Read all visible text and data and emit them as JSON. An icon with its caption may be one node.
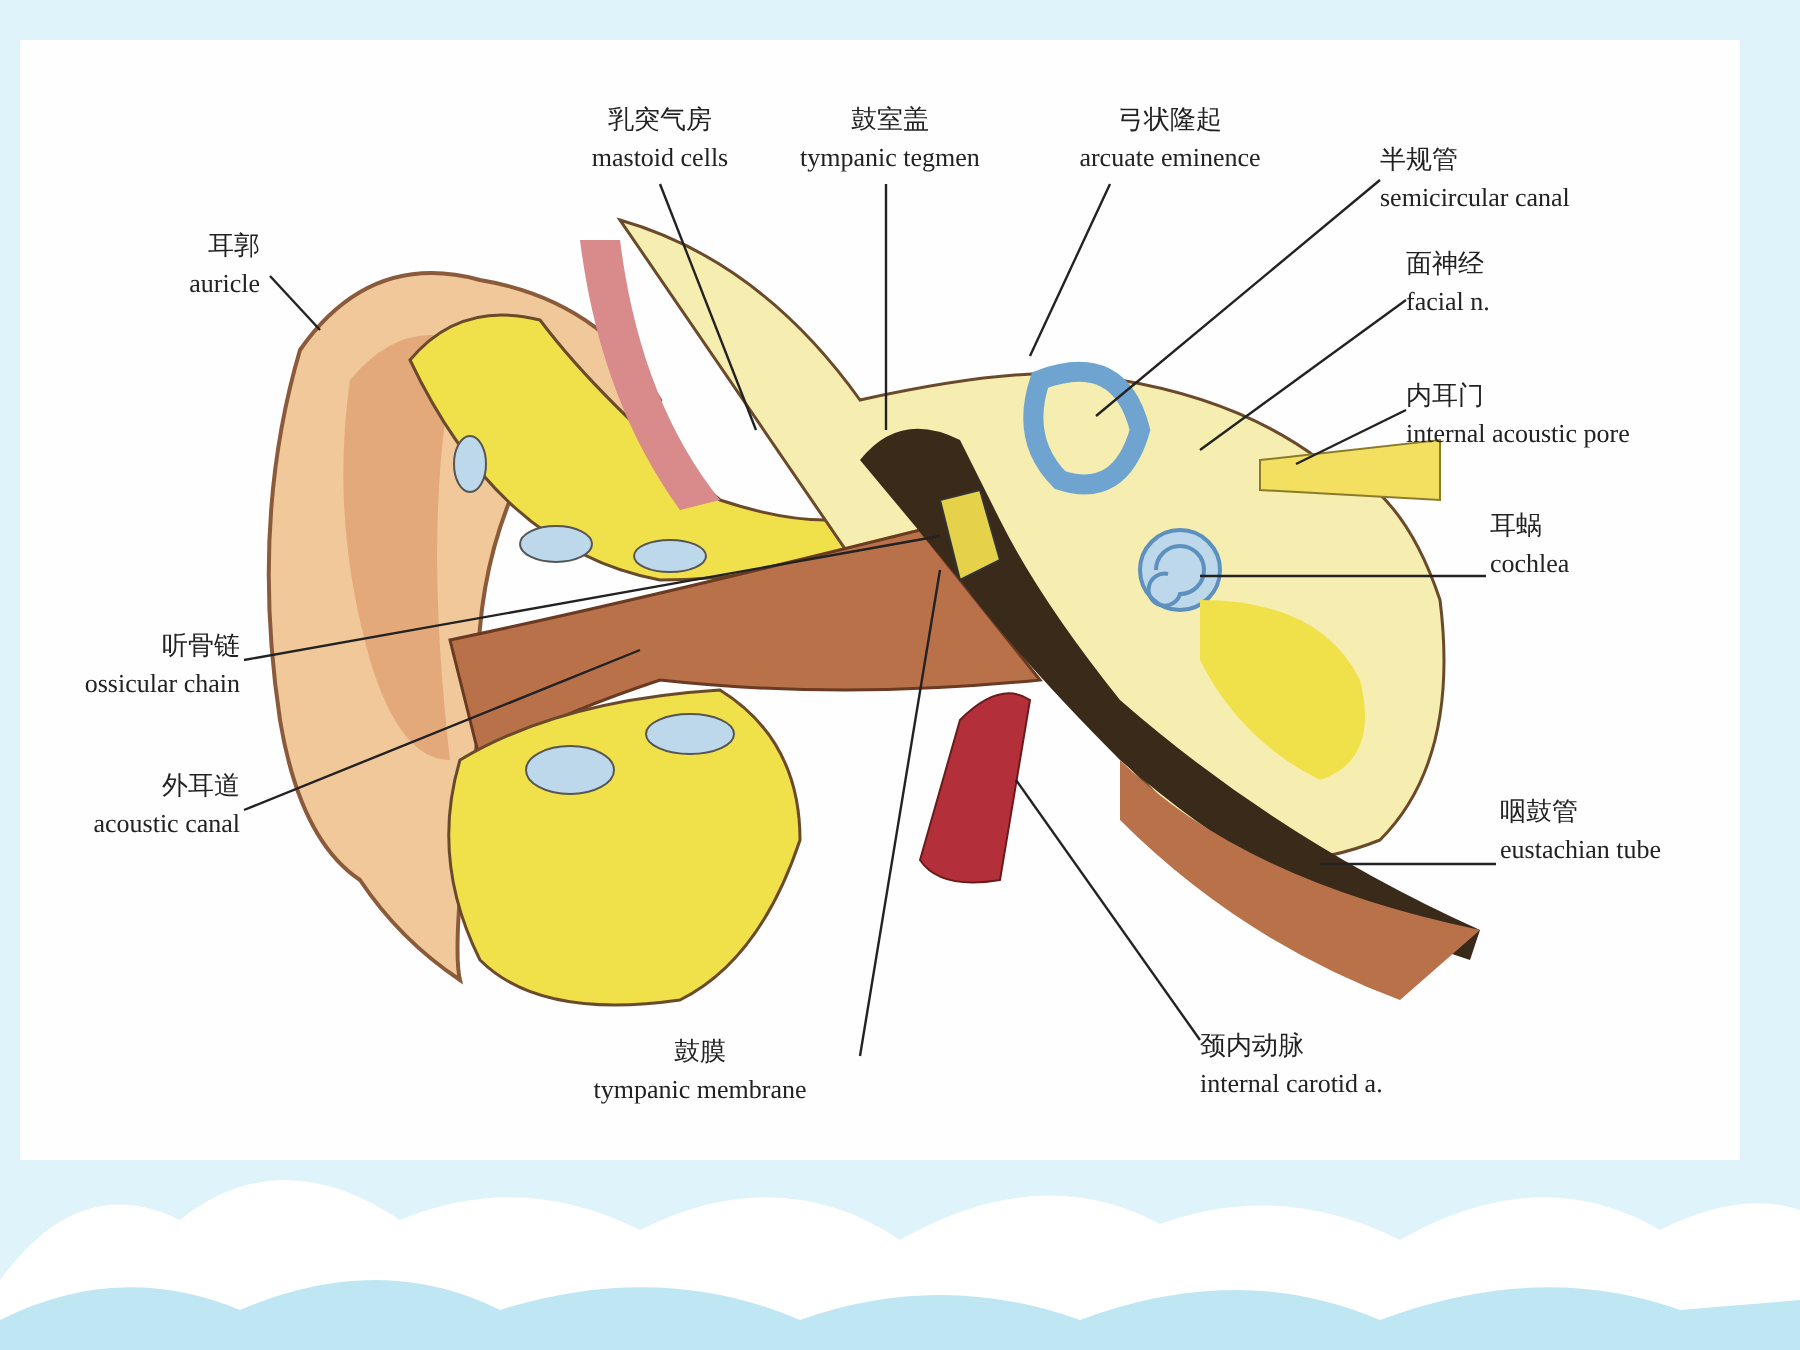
{
  "diagram": {
    "nodes": [
      {
        "text": [
          "乳突气房",
          "mastoid cells"
        ]
      },
      {
        "text": [
          "鼓室盖",
          "tympanic tegmen"
        ]
      },
      {
        "text": [
          "弓状隆起",
          "arcuate eminence"
        ]
      },
      {
        "text": [
          "半规管",
          "semicircular canal"
        ]
      },
      {
        "text": [
          "耳郭",
          "auricle"
        ]
      },
      {
        "text": [
          "面神经",
          "facial n."
        ]
      },
      {
        "text": [
          "内耳门",
          "internal acoustic pore"
        ]
      },
      {
        "text": [
          "耳蜗",
          "cochlea"
        ]
      },
      {
        "text": [
          "听骨链",
          "ossicular chain"
        ]
      },
      {
        "text": [
          "外耳道",
          "acoustic canal"
        ]
      },
      {
        "text": [
          "咽鼓管",
          "eustachian tube"
        ]
      },
      {
        "text": [
          "鼓膜",
          "tympanic membrane"
        ]
      },
      {
        "text": [
          "颈内动脉",
          "internal carotid a."
        ]
      }
    ],
    "edges": [
      {
        "from": 0,
        "to": null,
        "arrow": "none"
      },
      {
        "from": 1,
        "to": null,
        "arrow": "none"
      },
      {
        "from": 2,
        "to": null,
        "arrow": "none"
      },
      {
        "from": 3,
        "to": null,
        "arrow": "none"
      },
      {
        "from": 4,
        "to": null,
        "arrow": "none"
      },
      {
        "from": 5,
        "to": null,
        "arrow": "none"
      },
      {
        "from": 6,
        "to": null,
        "arrow": "none"
      },
      {
        "from": 7,
        "to": null,
        "arrow": "none"
      },
      {
        "from": 8,
        "to": null,
        "arrow": "none"
      },
      {
        "from": 9,
        "to": null,
        "arrow": "none"
      },
      {
        "from": 10,
        "to": null,
        "arrow": "none"
      },
      {
        "from": 11,
        "to": null,
        "arrow": "none"
      },
      {
        "from": 12,
        "to": null,
        "arrow": "none"
      }
    ]
  }
}
